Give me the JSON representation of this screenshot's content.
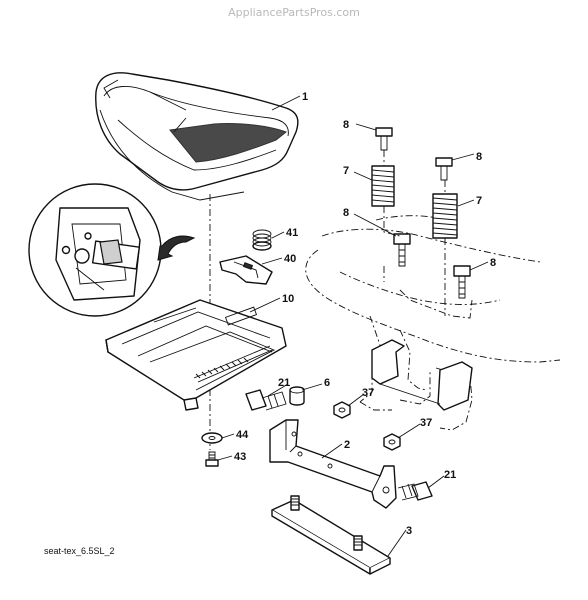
{
  "watermark": "AppliancePartsPros.com",
  "caption": "seat-tex_6.5SL_2",
  "callouts": [
    {
      "id": "c1",
      "text": "1"
    },
    {
      "id": "c8a",
      "text": "8"
    },
    {
      "id": "c8b",
      "text": "8"
    },
    {
      "id": "c7a",
      "text": "7"
    },
    {
      "id": "c7b",
      "text": "7"
    },
    {
      "id": "c8c",
      "text": "8"
    },
    {
      "id": "c8d",
      "text": "8"
    },
    {
      "id": "c41",
      "text": "41"
    },
    {
      "id": "c40",
      "text": "40"
    },
    {
      "id": "c10",
      "text": "10"
    },
    {
      "id": "c21a",
      "text": "21"
    },
    {
      "id": "c6",
      "text": "6"
    },
    {
      "id": "c37a",
      "text": "37"
    },
    {
      "id": "c37b",
      "text": "37"
    },
    {
      "id": "c44",
      "text": "44"
    },
    {
      "id": "c43",
      "text": "43"
    },
    {
      "id": "c2",
      "text": "2"
    },
    {
      "id": "c21b",
      "text": "21"
    },
    {
      "id": "c3",
      "text": "3"
    }
  ]
}
